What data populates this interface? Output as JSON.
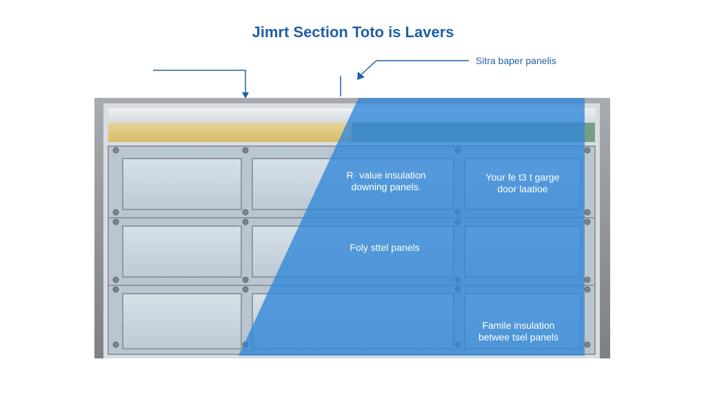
{
  "title": "Jimrt Section Toto is Lavers",
  "callout_label": "Sitra baper panelis",
  "labels": {
    "rvalue_line1": "R· value insulation",
    "rvalue_line2": "downing panels.",
    "garage_line1": "Your fe t3 t garge",
    "garage_line2": "door laatioe",
    "foly": "Foly sttel panels",
    "famile_line1": "Famile insulation",
    "famile_line2": "betwee tsel panels"
  },
  "colors": {
    "title": "#1f5fa8",
    "overlay_blue": "#2f86d8",
    "frame": "#8a8d92",
    "panel": "#c9d5de",
    "insulation_yellow": "#e2c77d",
    "insulation_green": "#5e8f83"
  }
}
